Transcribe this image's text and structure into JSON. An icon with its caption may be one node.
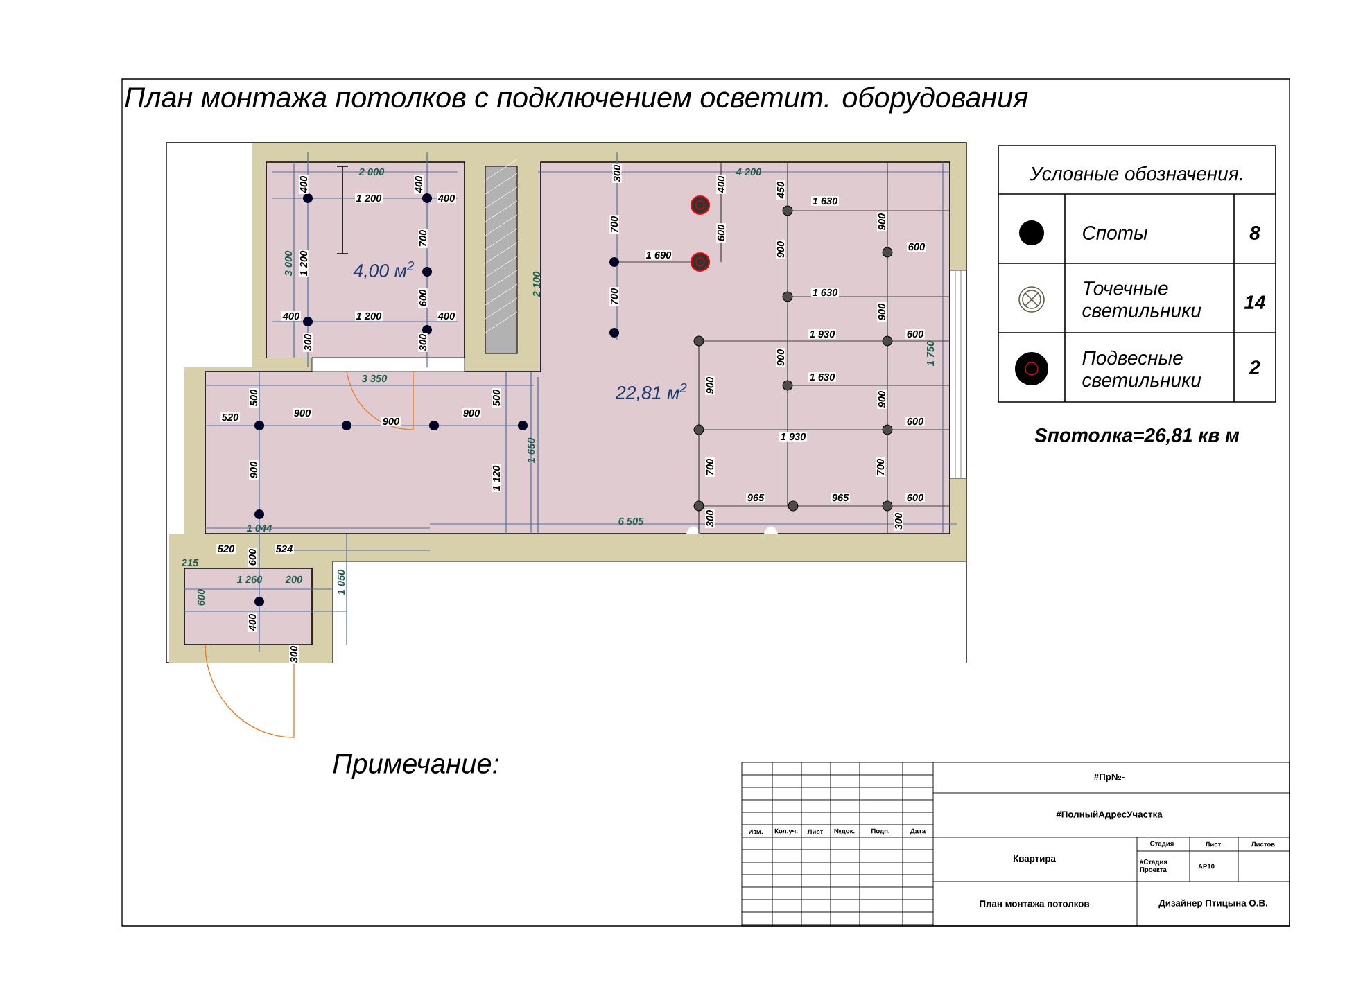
{
  "diagram": {
    "title": "План монтажа потолков с подключением осветит. оборудования",
    "labels": [
      "2 000",
      "400",
      "1 200",
      "400",
      "400",
      "700",
      "3 000",
      "1 200",
      "4,00 м$^{2}$",
      "600",
      "400",
      "1 200",
      "400",
      "300",
      "300",
      "300",
      "400",
      "4 200",
      "450",
      "1 630",
      "700",
      "600",
      "900",
      "600",
      "1 690",
      "900",
      "2 100",
      "1 630",
      "700",
      "900",
      "1 930",
      "600",
      "1 750",
      "900",
      "3 350",
      "1 630",
      "500",
      "500",
      "22,81 м$^{2}$",
      "900",
      "900",
      "520",
      "900",
      "900",
      "900",
      "600",
      "1 930",
      "1 650",
      "1 120",
      "900",
      "700",
      "700",
      "965",
      "965",
      "600",
      "300",
      "300",
      "6 505",
      "1 044",
      "520",
      "524",
      "600",
      "215",
      "1 260",
      "200",
      "1 050",
      "600",
      "400",
      "300",
      "Условные обозначения.",
      "8",
      "14",
      "2",
      "Sпотолка=26,81 кв м",
      "Примечание:",
      "Изм.",
      "Кол.уч.",
      "Лист",
      "№док.",
      "Подп.",
      "Дата",
      "#Пр№-",
      "#ПолныйАдресУчастка",
      "Квартира",
      "Стадия",
      "Лист",
      "Листов",
      "#Стадия Проекта",
      "АР10",
      "План монтажа потолков",
      "Дизайнер Птицына О.В."
    ],
    "legend": [
      {
        "text": "Споты"
      },
      {
        "text": "Точечные светильники"
      },
      {
        "text": "Подвесные светильники"
      }
    ]
  }
}
